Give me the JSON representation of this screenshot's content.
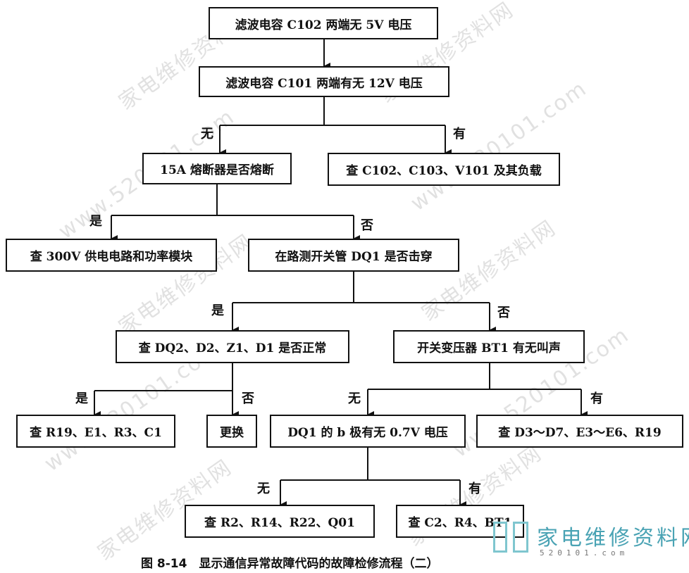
{
  "watermarks": [
    "家电维修资料网",
    "www.520101.com"
  ],
  "nodes": {
    "n1": "滤波电容 C102 两端无 5V 电压",
    "n2": "滤波电容 C101 两端有无 12V 电压",
    "n3": "15A 熔断器是否熔断",
    "n4": "查 C102、C103、V101 及其负载",
    "n5": "查 300V 供电电路和功率模块",
    "n6": "在路测开关管 DQ1 是否击穿",
    "n7": "查 DQ2、D2、Z1、D1 是否正常",
    "n8": "开关变压器 BT1 有无叫声",
    "n9": "查 R19、E1、R3、C1",
    "n10": "更换",
    "n11": "DQ1 的 b 极有无 0.7V 电压",
    "n12": "查 D3～D7、E3～E6、R19",
    "n13": "查 R2、R14、R22、Q01",
    "n14": "查 C2、R4、BT1"
  },
  "labels": {
    "l1": "无",
    "l2": "有",
    "l3": "是",
    "l4": "否",
    "l5": "是",
    "l6": "否",
    "l7": "是",
    "l8": "否",
    "l9": "无",
    "l10": "有",
    "l11": "无",
    "l12": "有"
  },
  "caption": "图 8-14　显示通信异常故障代码的故障检修流程（二）",
  "logo": {
    "text": "家电维修资料网",
    "url": "520101.com"
  }
}
